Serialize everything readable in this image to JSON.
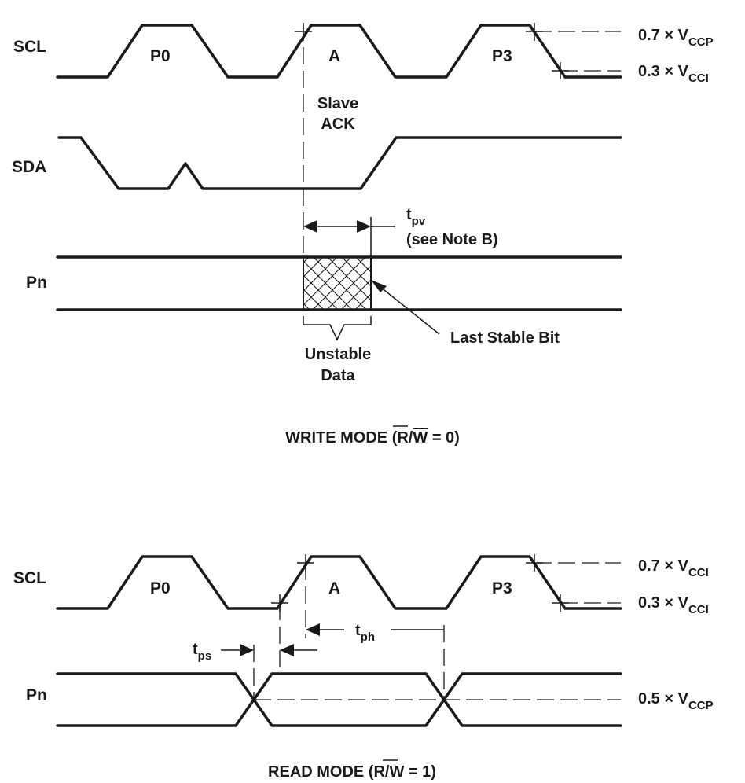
{
  "write": {
    "signals": {
      "scl": "SCL",
      "sda": "SDA",
      "pn": "Pn"
    },
    "pulses": {
      "p0": "P0",
      "a": "A",
      "p3": "P3"
    },
    "slave_ack_line1": "Slave",
    "slave_ack_line2": "ACK",
    "tpv_main": "t",
    "tpv_sub": "pv",
    "see_note": "(see Note B)",
    "last_stable": "Last Stable Bit",
    "unstable_line1": "Unstable",
    "unstable_line2": "Data",
    "level_high": {
      "prefix": "0.7 × V",
      "sub": "CCP"
    },
    "level_low": {
      "prefix": "0.3 × V",
      "sub": "CCI"
    },
    "title_prefix": "WRITE MODE (R/",
    "title_bar": "W",
    "title_suffix": " = 0)"
  },
  "read": {
    "signals": {
      "scl": "SCL",
      "pn": "Pn"
    },
    "pulses": {
      "p0": "P0",
      "a": "A",
      "p3": "P3"
    },
    "tps_main": "t",
    "tps_sub": "ps",
    "tph_main": "t",
    "tph_sub": "ph",
    "level_high": {
      "prefix": "0.7 × V",
      "sub": "CCI"
    },
    "level_low": {
      "prefix": "0.3 × V",
      "sub": "CCI"
    },
    "level_mid": {
      "prefix": "0.5 × V",
      "sub": "CCP"
    },
    "title_prefix": "READ MODE (R/",
    "title_bar": "W",
    "title_suffix": " = 1)"
  }
}
